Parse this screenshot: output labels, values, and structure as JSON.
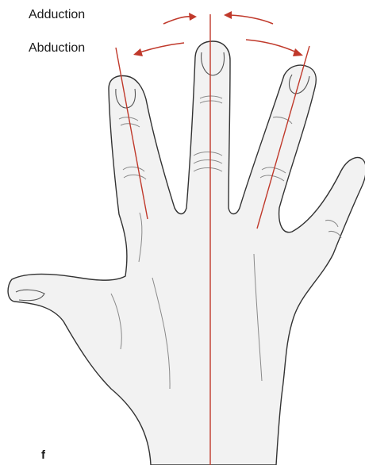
{
  "labels": {
    "adduction": "Adduction",
    "abduction": "Abduction",
    "panel": "f"
  },
  "colors": {
    "axis_line": "#c0392b",
    "arrow": "#c0392b",
    "skin_fill": "#f2f2f2",
    "outline": "#333333",
    "crease": "#8a8a8a"
  },
  "icons": {
    "hand": "hand-palm-illustration",
    "arrows": "curved-arrow-icon"
  }
}
